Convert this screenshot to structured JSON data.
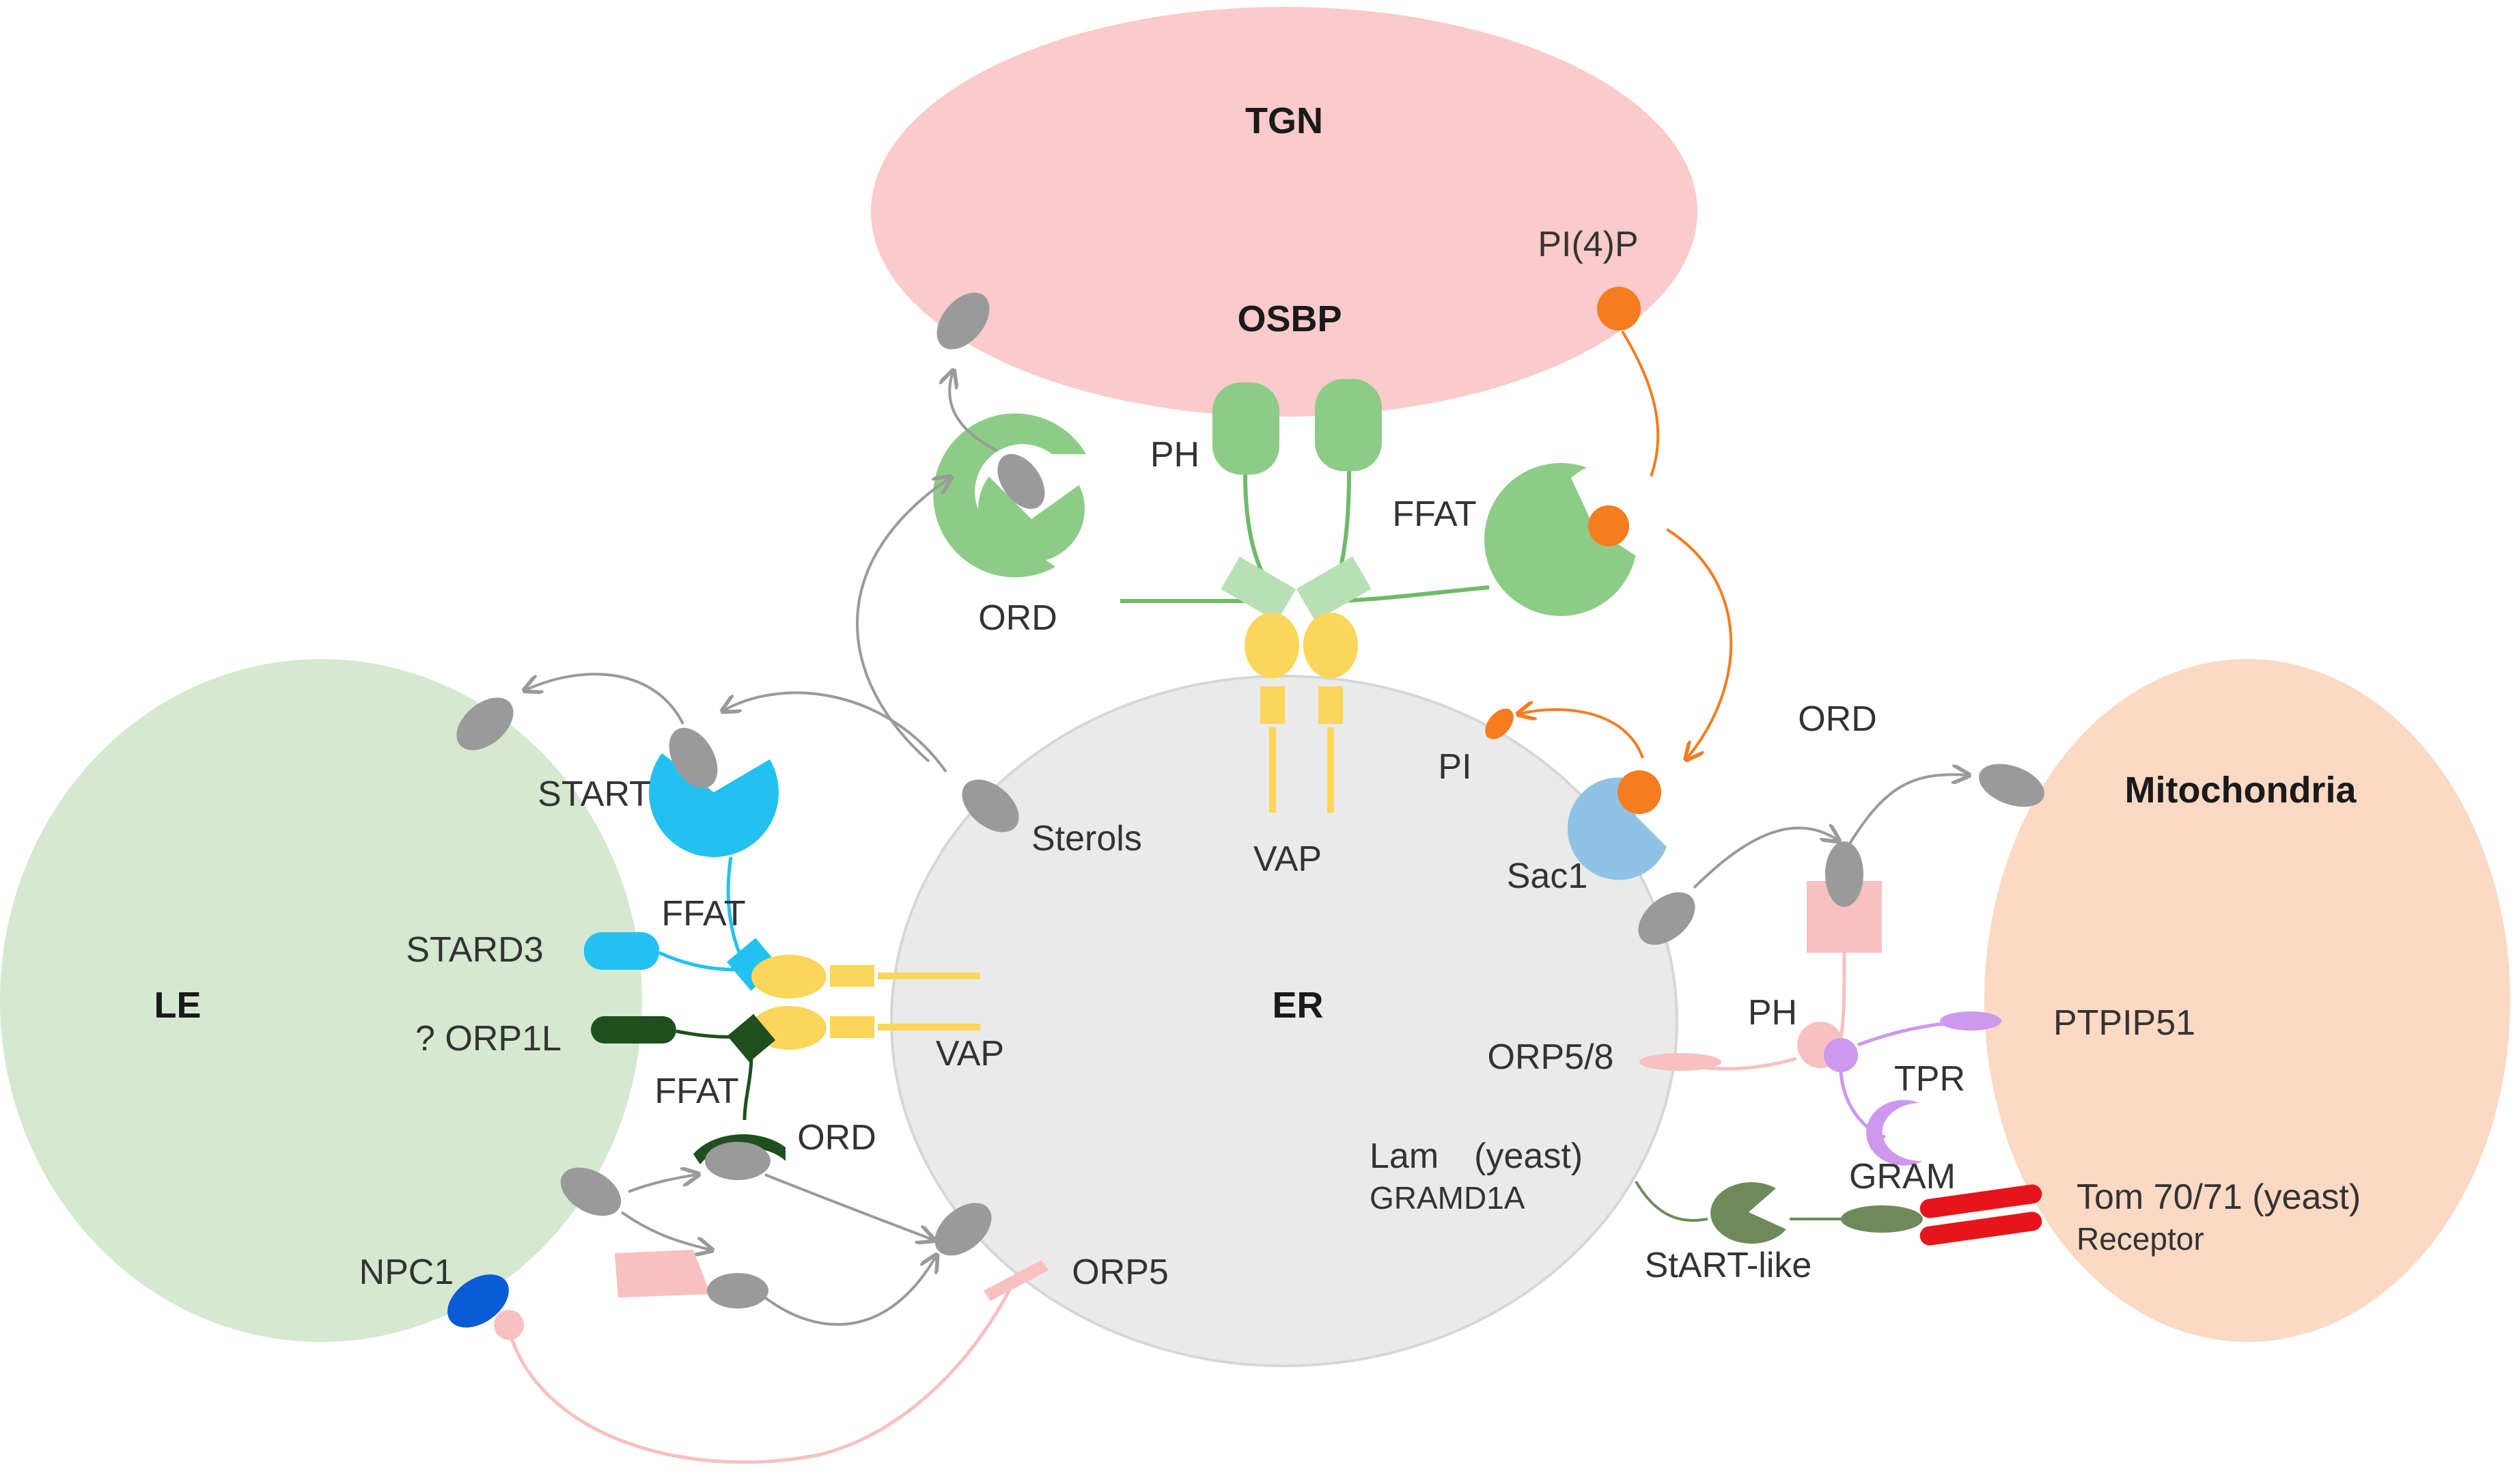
{
  "organelles": {
    "tgn": "TGN",
    "er": "ER",
    "le": "LE",
    "mitochondria": "Mitochondria"
  },
  "labels": {
    "osbp": "OSBP",
    "pi4p": "PI(4)P",
    "ph_top": "PH",
    "ffat_top": "FFAT",
    "ord_top": "ORD",
    "vap_top": "VAP",
    "pi": "PI",
    "sac1": "Sac1",
    "sterols": "Sterols",
    "start": "START",
    "ffat_stard3": "FFAT",
    "stard3": "STARD3",
    "orp1l": "? ORP1L",
    "ffat_orp1l": "FFAT",
    "ord_le": "ORD",
    "vap_left": "VAP",
    "npc1": "NPC1",
    "orp5": "ORP5",
    "ord_mito": "ORD",
    "ph_mito": "PH",
    "orp58": "ORP5/8",
    "ptpip51": "PTPIP51",
    "tpr": "TPR",
    "lam": "Lam　(yeast)",
    "gramd1a": "GRAMD1A",
    "gram": "GRAM",
    "start_like": "StART-like",
    "tom": "Tom 70/71 (yeast)",
    "receptor": "Receptor"
  },
  "colors": {
    "tgn": "#fbcaca",
    "er": "#eaeaea",
    "le": "#d5e8d0",
    "mitochondria": "#fcd9c4",
    "osbp_green": "#8dcc86",
    "vap_yellow": "#fbd65a",
    "pi4p_orange": "#f57c1f",
    "sac1_blue": "#8ec3e5",
    "stard3_cyan": "#23c1f0",
    "orp1l_dark_green": "#1f4f1e",
    "orp5_pink": "#f8c0c0",
    "ptpip51_violet": "#cc99ee",
    "lam_olive": "#6f8a5a",
    "tom_red": "#e8141b",
    "npc1_blue": "#0a5bd6",
    "sterol_grey": "#9a9a9a"
  }
}
